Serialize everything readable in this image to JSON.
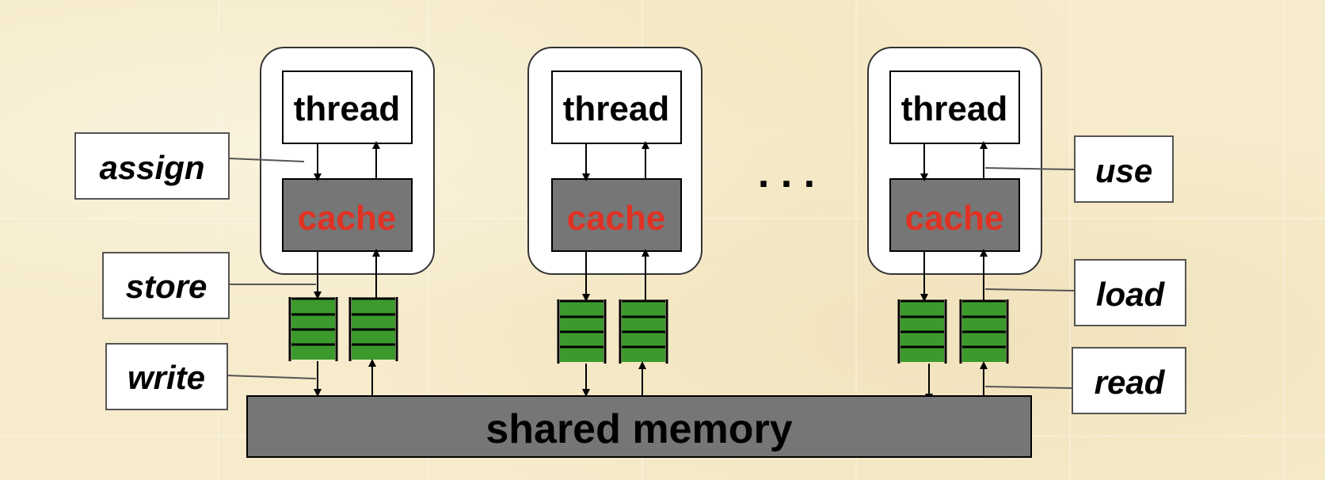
{
  "diagram": {
    "threads": [
      {
        "thread_label": "thread",
        "cache_label": "cache"
      },
      {
        "thread_label": "thread",
        "cache_label": "cache"
      },
      {
        "thread_label": "thread",
        "cache_label": "cache"
      }
    ],
    "ellipsis": ". . .",
    "shared_memory_label": "shared memory",
    "left_labels": {
      "assign": "assign",
      "store": "store",
      "write": "write"
    },
    "right_labels": {
      "use": "use",
      "load": "load",
      "read": "read"
    },
    "colors": {
      "background": "#f6ebcb",
      "cache_fill": "#767676",
      "cache_text": "#e03223",
      "memory_fill": "#767676",
      "queue_fill": "#3c9a2d",
      "container_fill": "#ffffff"
    }
  }
}
